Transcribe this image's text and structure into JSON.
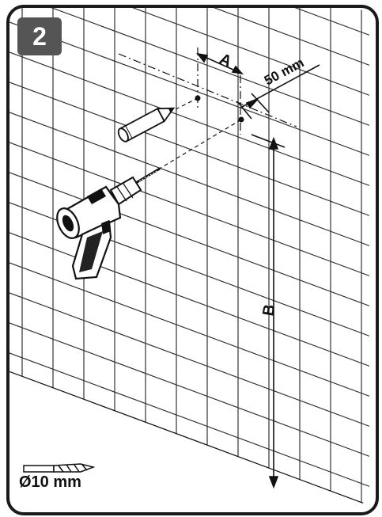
{
  "step": {
    "number": "2"
  },
  "dimensions": {
    "a_label": "A",
    "offset_label": "50 mm",
    "b_label": "B"
  },
  "drill_bit": {
    "diameter_label": "Ø10 mm"
  },
  "colors": {
    "badge": "#555555",
    "ink": "#111111",
    "grid": "#333333"
  }
}
